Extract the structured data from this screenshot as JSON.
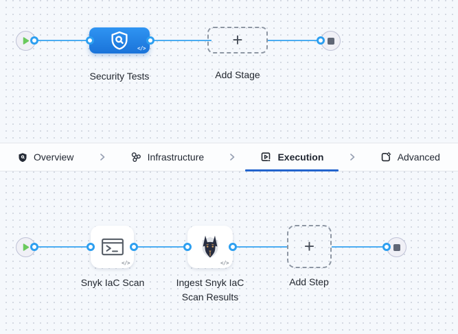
{
  "stage_pipeline": {
    "start": {
      "icon": "play-icon"
    },
    "end": {
      "icon": "stop-icon"
    },
    "stage": {
      "label": "Security Tests",
      "icon": "shield-scan-icon",
      "code_badge": "</>"
    },
    "add_stage": {
      "label": "Add Stage",
      "icon": "plus-icon",
      "plus": "+"
    }
  },
  "tab_bar": {
    "tabs": [
      {
        "label": "Overview",
        "icon": "shield-icon",
        "active": false
      },
      {
        "label": "Infrastructure",
        "icon": "infrastructure-icon",
        "active": false
      },
      {
        "label": "Execution",
        "icon": "execution-icon",
        "active": true
      },
      {
        "label": "Advanced",
        "icon": "advanced-icon",
        "active": false
      }
    ]
  },
  "step_pipeline": {
    "start": {
      "icon": "play-icon"
    },
    "end": {
      "icon": "stop-icon"
    },
    "steps": [
      {
        "label": "Snyk IaC Scan",
        "icon": "terminal-icon",
        "code_badge": "</>"
      },
      {
        "label": "Ingest Snyk IaC Scan Results",
        "icon": "snyk-dog-icon",
        "code_badge": "</>"
      }
    ],
    "add_step": {
      "label": "Add Step",
      "icon": "plus-icon",
      "plus": "+"
    }
  },
  "colors": {
    "canvas_background": "#f5f8fc",
    "edge_blue": "#4aacf2",
    "port_ring_blue": "#2d9ff0",
    "stage_node_gradient_start": "#2f94f2",
    "stage_node_gradient_end": "#1a73d9",
    "active_tab_underline": "#2264cd",
    "play_green": "#6bc95d",
    "stop_gray": "#5f6675",
    "label_text": "#22272f"
  }
}
